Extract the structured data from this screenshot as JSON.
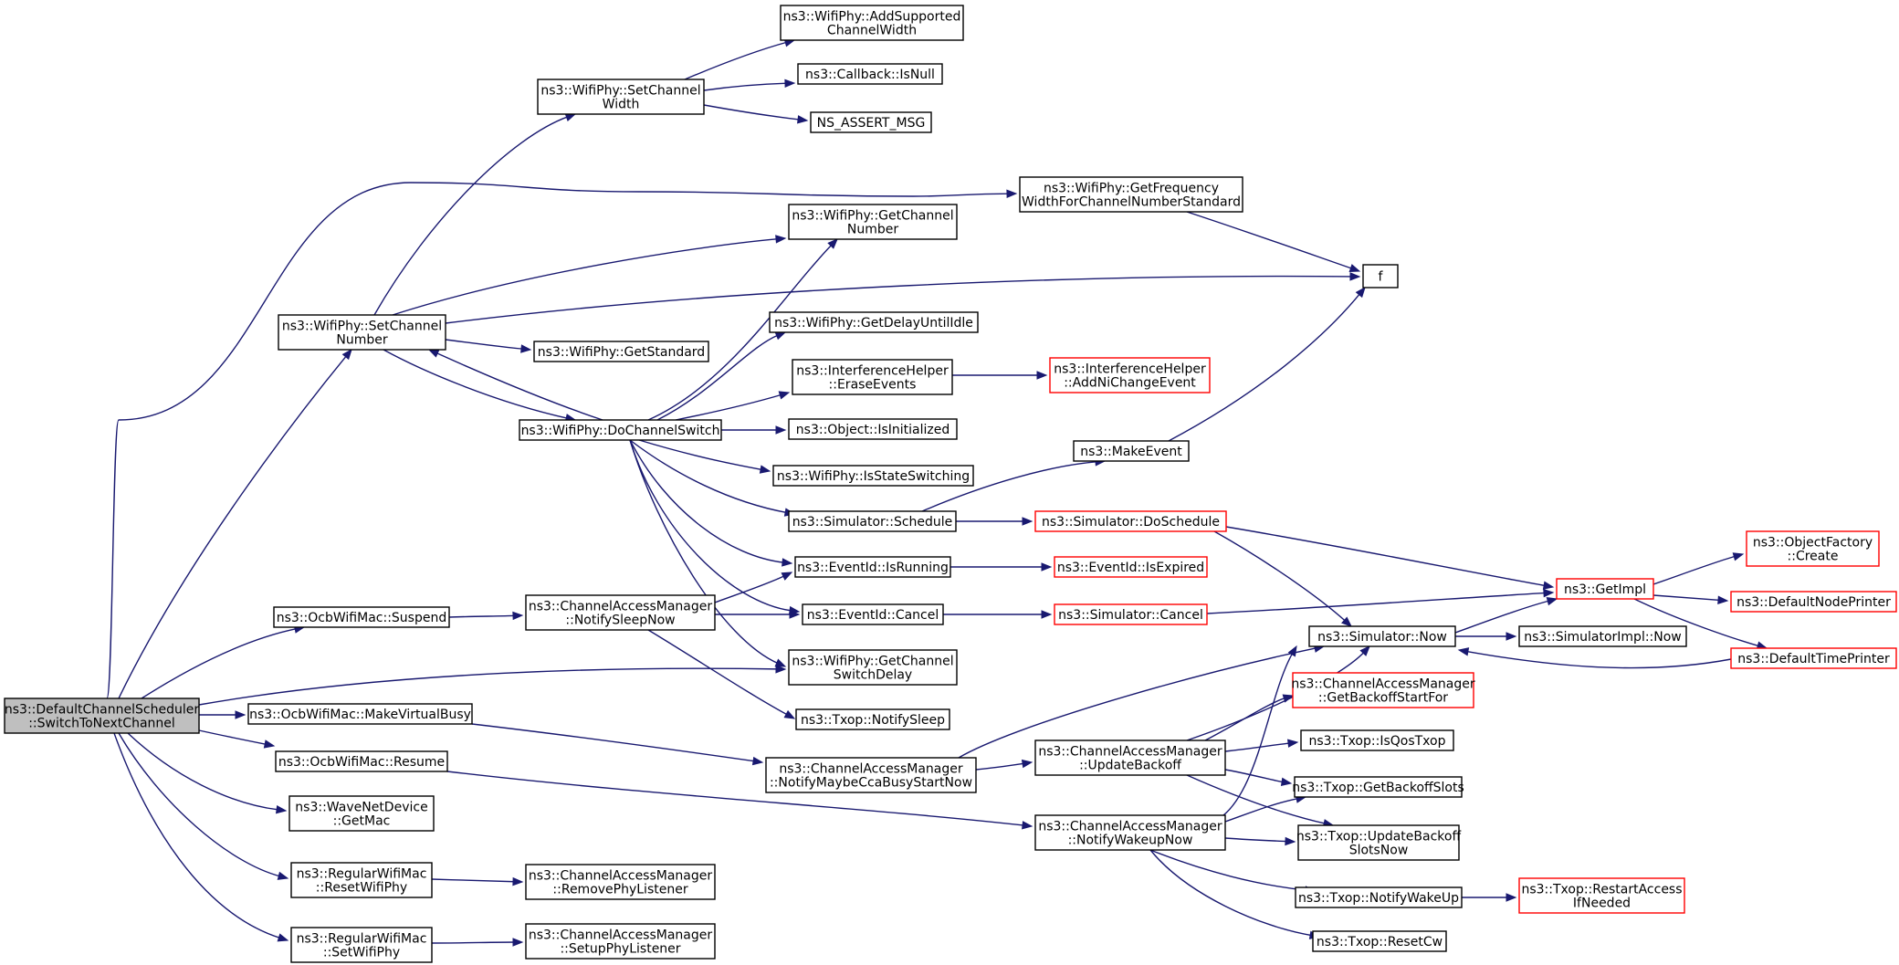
{
  "graph": {
    "title": "",
    "colors": {
      "edge": "#191970",
      "node_border": "#000000",
      "node_border_truncated": "#ff0000",
      "node_fill": "#ffffff",
      "node_fill_root": "#bfbfbf",
      "text": "#000000"
    },
    "nodes": [
      {
        "id": "root",
        "lines": [
          "ns3::DefaultChannelScheduler",
          "::SwitchToNextChannel"
        ],
        "style": "root"
      },
      {
        "id": "setChanNum",
        "lines": [
          "ns3::WifiPhy::SetChannel",
          "Number"
        ],
        "style": "normal"
      },
      {
        "id": "suspend",
        "lines": [
          "ns3::OcbWifiMac::Suspend"
        ],
        "style": "normal"
      },
      {
        "id": "makeVirt",
        "lines": [
          "ns3::OcbWifiMac::MakeVirtualBusy"
        ],
        "style": "normal"
      },
      {
        "id": "resume",
        "lines": [
          "ns3::OcbWifiMac::Resume"
        ],
        "style": "normal"
      },
      {
        "id": "getMac",
        "lines": [
          "ns3::WaveNetDevice",
          "::GetMac"
        ],
        "style": "normal"
      },
      {
        "id": "resetPhy",
        "lines": [
          "ns3::RegularWifiMac",
          "::ResetWifiPhy"
        ],
        "style": "normal"
      },
      {
        "id": "setPhy",
        "lines": [
          "ns3::RegularWifiMac",
          "::SetWifiPhy"
        ],
        "style": "normal"
      },
      {
        "id": "setChanWidth",
        "lines": [
          "ns3::WifiPhy::SetChannel",
          "Width"
        ],
        "style": "normal"
      },
      {
        "id": "doChanSwitch",
        "lines": [
          "ns3::WifiPhy::DoChannelSwitch"
        ],
        "style": "normal"
      },
      {
        "id": "notifySleepNow",
        "lines": [
          "ns3::ChannelAccessManager",
          "::NotifySleepNow"
        ],
        "style": "normal"
      },
      {
        "id": "notifyMaybe",
        "lines": [
          "ns3::ChannelAccessManager",
          "::NotifyMaybeCcaBusyStartNow"
        ],
        "style": "normal"
      },
      {
        "id": "removePhyL",
        "lines": [
          "ns3::ChannelAccessManager",
          "::RemovePhyListener"
        ],
        "style": "normal"
      },
      {
        "id": "setupPhyL",
        "lines": [
          "ns3::ChannelAccessManager",
          "::SetupPhyListener"
        ],
        "style": "normal"
      },
      {
        "id": "addSupported",
        "lines": [
          "ns3::WifiPhy::AddSupported",
          "ChannelWidth"
        ],
        "style": "normal"
      },
      {
        "id": "cbIsNull",
        "lines": [
          "ns3::Callback::IsNull"
        ],
        "style": "normal"
      },
      {
        "id": "nsAssert",
        "lines": [
          "NS_ASSERT_MSG"
        ],
        "style": "normal"
      },
      {
        "id": "getChanNum",
        "lines": [
          "ns3::WifiPhy::GetChannel",
          "Number"
        ],
        "style": "normal"
      },
      {
        "id": "getStandard",
        "lines": [
          "ns3::WifiPhy::GetStandard"
        ],
        "style": "normal"
      },
      {
        "id": "getDelayIdle",
        "lines": [
          "ns3::WifiPhy::GetDelayUntilIdle"
        ],
        "style": "normal"
      },
      {
        "id": "eraseEvents",
        "lines": [
          "ns3::InterferenceHelper",
          "::EraseEvents"
        ],
        "style": "normal"
      },
      {
        "id": "isInit",
        "lines": [
          "ns3::Object::IsInitialized"
        ],
        "style": "normal"
      },
      {
        "id": "isStateSw",
        "lines": [
          "ns3::WifiPhy::IsStateSwitching"
        ],
        "style": "normal"
      },
      {
        "id": "schedule",
        "lines": [
          "ns3::Simulator::Schedule"
        ],
        "style": "normal"
      },
      {
        "id": "isRunning",
        "lines": [
          "ns3::EventId::IsRunning"
        ],
        "style": "normal"
      },
      {
        "id": "cancel",
        "lines": [
          "ns3::EventId::Cancel"
        ],
        "style": "normal"
      },
      {
        "id": "getSwDelay",
        "lines": [
          "ns3::WifiPhy::GetChannel",
          "SwitchDelay"
        ],
        "style": "normal"
      },
      {
        "id": "notifySleep",
        "lines": [
          "ns3::Txop::NotifySleep"
        ],
        "style": "normal"
      },
      {
        "id": "getFreqWidth",
        "lines": [
          "ns3::WifiPhy::GetFrequency",
          "WidthForChannelNumberStandard"
        ],
        "style": "normal"
      },
      {
        "id": "addNiChange",
        "lines": [
          "ns3::InterferenceHelper",
          "::AddNiChangeEvent"
        ],
        "style": "truncated"
      },
      {
        "id": "makeEvent",
        "lines": [
          "ns3::MakeEvent"
        ],
        "style": "normal"
      },
      {
        "id": "doSchedule",
        "lines": [
          "ns3::Simulator::DoSchedule"
        ],
        "style": "truncated"
      },
      {
        "id": "isExpired",
        "lines": [
          "ns3::EventId::IsExpired"
        ],
        "style": "truncated"
      },
      {
        "id": "simCancel",
        "lines": [
          "ns3::Simulator::Cancel"
        ],
        "style": "truncated"
      },
      {
        "id": "updateBackoff",
        "lines": [
          "ns3::ChannelAccessManager",
          "::UpdateBackoff"
        ],
        "style": "normal"
      },
      {
        "id": "notifyWakeupNow",
        "lines": [
          "ns3::ChannelAccessManager",
          "::NotifyWakeupNow"
        ],
        "style": "normal"
      },
      {
        "id": "f",
        "lines": [
          "f"
        ],
        "style": "normal"
      },
      {
        "id": "simNow",
        "lines": [
          "ns3::Simulator::Now"
        ],
        "style": "normal"
      },
      {
        "id": "getBoStart",
        "lines": [
          "ns3::ChannelAccessManager",
          "::GetBackoffStartFor"
        ],
        "style": "truncated"
      },
      {
        "id": "isQos",
        "lines": [
          "ns3::Txop::IsQosTxop"
        ],
        "style": "normal"
      },
      {
        "id": "getBoSlots",
        "lines": [
          "ns3::Txop::GetBackoffSlots"
        ],
        "style": "normal"
      },
      {
        "id": "updBoSlots",
        "lines": [
          "ns3::Txop::UpdateBackoff",
          "SlotsNow"
        ],
        "style": "normal"
      },
      {
        "id": "notifyWakeUp",
        "lines": [
          "ns3::Txop::NotifyWakeUp"
        ],
        "style": "normal"
      },
      {
        "id": "resetCw",
        "lines": [
          "ns3::Txop::ResetCw"
        ],
        "style": "normal"
      },
      {
        "id": "getImpl",
        "lines": [
          "ns3::GetImpl"
        ],
        "style": "truncated"
      },
      {
        "id": "simImplNow",
        "lines": [
          "ns3::SimulatorImpl::Now"
        ],
        "style": "normal"
      },
      {
        "id": "restartAccess",
        "lines": [
          "ns3::Txop::RestartAccess",
          "IfNeeded"
        ],
        "style": "truncated"
      },
      {
        "id": "objFactory",
        "lines": [
          "ns3::ObjectFactory",
          "::Create"
        ],
        "style": "truncated"
      },
      {
        "id": "defNodePrinter",
        "lines": [
          "ns3::DefaultNodePrinter"
        ],
        "style": "truncated"
      },
      {
        "id": "defTimePrinter",
        "lines": [
          "ns3::DefaultTimePrinter"
        ],
        "style": "truncated"
      }
    ],
    "edges": [
      [
        "root",
        "setChanNum"
      ],
      [
        "root",
        "suspend"
      ],
      [
        "root",
        "makeVirt"
      ],
      [
        "root",
        "resume"
      ],
      [
        "root",
        "getMac"
      ],
      [
        "root",
        "resetPhy"
      ],
      [
        "root",
        "setPhy"
      ],
      [
        "root",
        "getFreqWidth"
      ],
      [
        "root",
        "getSwDelay"
      ],
      [
        "setChanNum",
        "setChanWidth"
      ],
      [
        "setChanNum",
        "getChanNum"
      ],
      [
        "setChanNum",
        "f"
      ],
      [
        "setChanNum",
        "getStandard"
      ],
      [
        "setChanNum",
        "doChanSwitch"
      ],
      [
        "setChanWidth",
        "addSupported"
      ],
      [
        "setChanWidth",
        "cbIsNull"
      ],
      [
        "setChanWidth",
        "nsAssert"
      ],
      [
        "doChanSwitch",
        "setChanNum"
      ],
      [
        "doChanSwitch",
        "getChanNum"
      ],
      [
        "doChanSwitch",
        "getDelayIdle"
      ],
      [
        "doChanSwitch",
        "eraseEvents"
      ],
      [
        "doChanSwitch",
        "isInit"
      ],
      [
        "doChanSwitch",
        "isStateSw"
      ],
      [
        "doChanSwitch",
        "schedule"
      ],
      [
        "doChanSwitch",
        "isRunning"
      ],
      [
        "doChanSwitch",
        "cancel"
      ],
      [
        "doChanSwitch",
        "getSwDelay"
      ],
      [
        "suspend",
        "notifySleepNow"
      ],
      [
        "notifySleepNow",
        "isRunning"
      ],
      [
        "notifySleepNow",
        "cancel"
      ],
      [
        "notifySleepNow",
        "notifySleep"
      ],
      [
        "makeVirt",
        "notifyMaybe"
      ],
      [
        "resume",
        "notifyWakeupNow"
      ],
      [
        "resetPhy",
        "removePhyL"
      ],
      [
        "setPhy",
        "setupPhyL"
      ],
      [
        "getFreqWidth",
        "f"
      ],
      [
        "eraseEvents",
        "addNiChange"
      ],
      [
        "schedule",
        "makeEvent"
      ],
      [
        "schedule",
        "doSchedule"
      ],
      [
        "makeEvent",
        "f"
      ],
      [
        "isRunning",
        "isExpired"
      ],
      [
        "cancel",
        "simCancel"
      ],
      [
        "doSchedule",
        "getImpl"
      ],
      [
        "doSchedule",
        "simNow"
      ],
      [
        "simCancel",
        "getImpl"
      ],
      [
        "notifyMaybe",
        "simNow"
      ],
      [
        "notifyMaybe",
        "updateBackoff"
      ],
      [
        "updateBackoff",
        "simNow"
      ],
      [
        "updateBackoff",
        "getBoStart"
      ],
      [
        "updateBackoff",
        "isQos"
      ],
      [
        "updateBackoff",
        "getBoSlots"
      ],
      [
        "updateBackoff",
        "updBoSlots"
      ],
      [
        "notifyWakeupNow",
        "simNow"
      ],
      [
        "notifyWakeupNow",
        "getBoSlots"
      ],
      [
        "notifyWakeupNow",
        "updBoSlots"
      ],
      [
        "notifyWakeupNow",
        "notifyWakeUp"
      ],
      [
        "notifyWakeupNow",
        "resetCw"
      ],
      [
        "notifyWakeUp",
        "restartAccess"
      ],
      [
        "simNow",
        "getImpl"
      ],
      [
        "simNow",
        "simImplNow"
      ],
      [
        "getImpl",
        "objFactory"
      ],
      [
        "getImpl",
        "defNodePrinter"
      ],
      [
        "getImpl",
        "defTimePrinter"
      ],
      [
        "defTimePrinter",
        "simNow"
      ]
    ]
  }
}
